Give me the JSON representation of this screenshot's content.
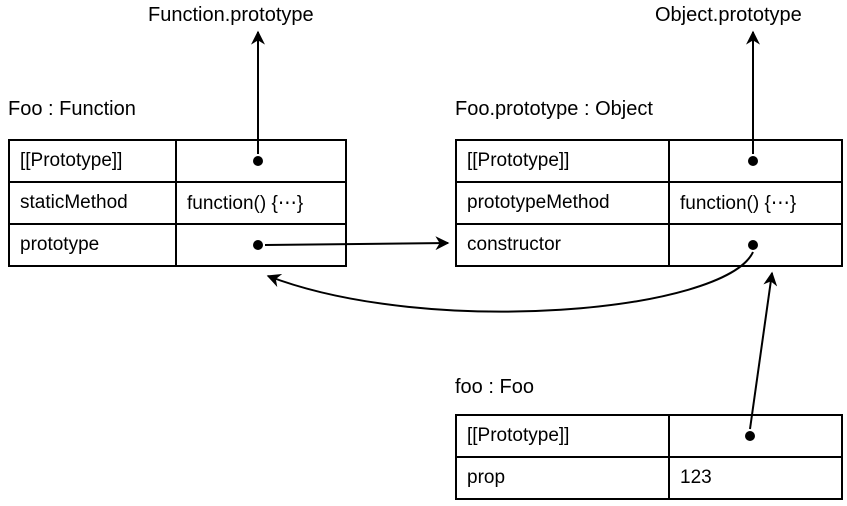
{
  "labels": {
    "function_prototype": "Function.prototype",
    "object_prototype": "Object.prototype"
  },
  "tables": {
    "foo": {
      "title": "Foo : Function",
      "rows": [
        {
          "key": "[[Prototype]]",
          "value": ""
        },
        {
          "key": "staticMethod",
          "value": "function() {⋯}"
        },
        {
          "key": "prototype",
          "value": ""
        }
      ]
    },
    "foo_prototype": {
      "title": "Foo.prototype : Object",
      "rows": [
        {
          "key": "[[Prototype]]",
          "value": ""
        },
        {
          "key": "prototypeMethod",
          "value": "function() {⋯}"
        },
        {
          "key": "constructor",
          "value": ""
        }
      ]
    },
    "foo_instance": {
      "title": "foo : Foo",
      "rows": [
        {
          "key": "[[Prototype]]",
          "value": ""
        },
        {
          "key": "prop",
          "value": "123"
        }
      ]
    }
  },
  "colors": {
    "line": "#000000",
    "background": "#ffffff"
  }
}
